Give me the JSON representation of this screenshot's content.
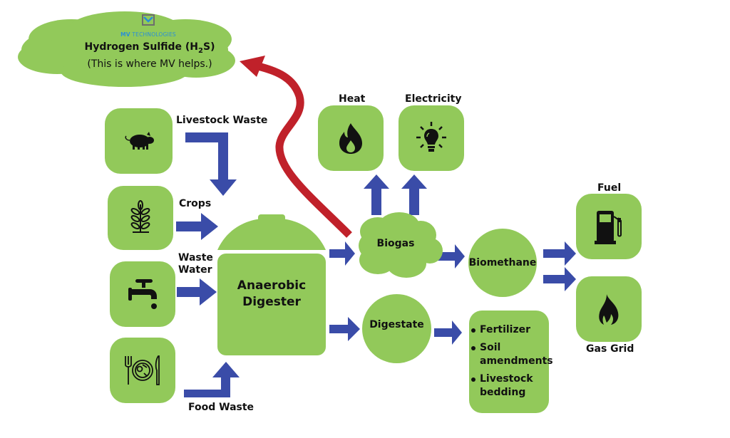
{
  "brand": {
    "logo_text": "MV TECHNOLOGIES",
    "logo_prefix": "MV",
    "logo_suffix": " TECHNOLOGIES",
    "icon": "mv-logo-icon"
  },
  "byproduct": {
    "title_pre": "Hydrogen Sulfide (H",
    "title_sub": "2",
    "title_post": "S)",
    "note": "(This is where MV helps.)"
  },
  "inputs": [
    {
      "label": "Livestock Waste",
      "icon": "pig-icon"
    },
    {
      "label": "Crops",
      "icon": "plant-icon"
    },
    {
      "label_line1": "Waste",
      "label_line2": "Water",
      "icon": "faucet-icon"
    },
    {
      "label": "Food Waste",
      "icon": "plate-icon"
    }
  ],
  "digester": {
    "line1": "Anaerobic",
    "line2": "Digester"
  },
  "biogas": {
    "label": "Biogas"
  },
  "biogas_outputs": [
    {
      "label": "Heat",
      "icon": "flame-icon"
    },
    {
      "label": "Electricity",
      "icon": "lightbulb-icon"
    }
  ],
  "biomethane": {
    "label": "Biomethane"
  },
  "biomethane_outputs": [
    {
      "label": "Fuel",
      "icon": "fuel-pump-icon"
    },
    {
      "label": "Gas Grid",
      "icon": "gas-flame-icon"
    }
  ],
  "digestate": {
    "label": "Digestate"
  },
  "digestate_outputs": {
    "items": [
      {
        "line1": "Fertilizer",
        "line2": ""
      },
      {
        "line1": "Soil",
        "line2": "amendments"
      },
      {
        "line1": "Livestock",
        "line2": "bedding"
      }
    ]
  },
  "colors": {
    "green": "#92c95a",
    "arrow_blue": "#3a4ca8",
    "arrow_red": "#c0212a",
    "logo_blue": "#2a8fd6"
  }
}
